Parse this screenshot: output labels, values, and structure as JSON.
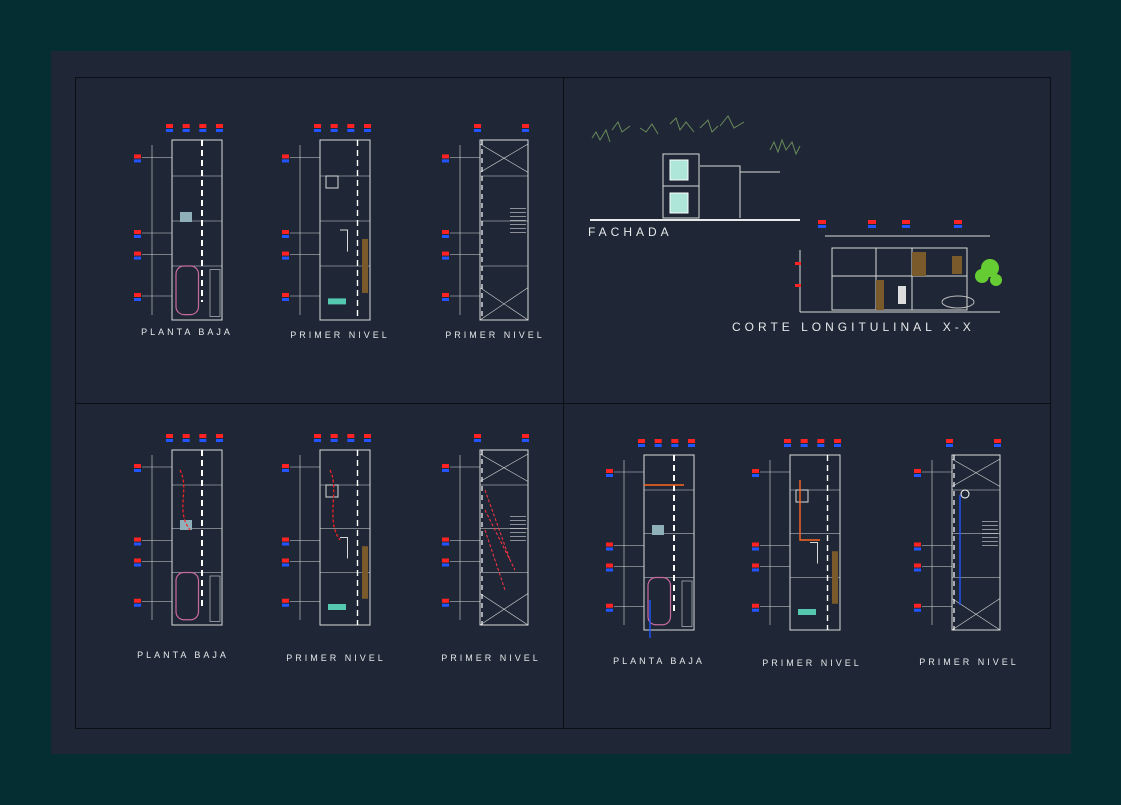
{
  "labels": {
    "planta_baja": "PLANTA BAJA",
    "primer_nivel": "PRIMER NIVEL",
    "fachada": "FACHADA",
    "corte": "CORTE LONGITULINAL X-X"
  },
  "colors": {
    "background": "#052e33",
    "sheet": "#1f2736",
    "lines": "#d8d8d8",
    "red": "#ff2222",
    "blue": "#2255ff",
    "brown": "#7a5a2a",
    "green": "#66cc33"
  }
}
